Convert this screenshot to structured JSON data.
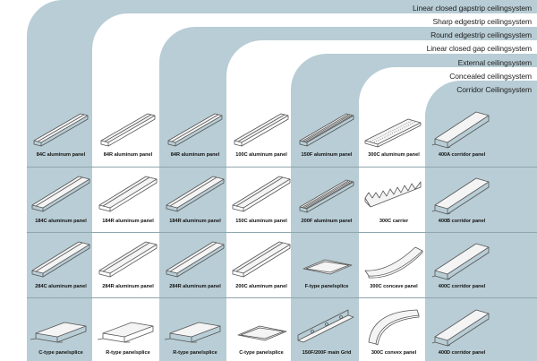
{
  "systems": [
    {
      "name": "Linear closed gapstrip ceilingsystem",
      "color": "#b8cdd5"
    },
    {
      "name": "Sharp edgestrip ceilingsystem",
      "color": "#ffffff"
    },
    {
      "name": "Round edgestrip ceilingsystem",
      "color": "#b8cdd5"
    },
    {
      "name": "Linear closed gap ceilingsystem",
      "color": "#ffffff"
    },
    {
      "name": "External ceilingsystem",
      "color": "#b8cdd5"
    },
    {
      "name": "Concealed ceilingsystem",
      "color": "#ffffff"
    },
    {
      "name": "Corridor Ceilingsystem",
      "color": "#b8cdd5"
    }
  ],
  "rows": [
    [
      {
        "label": "84C aluminum panel",
        "icon": "channel-panel-icon"
      },
      {
        "label": "84R aluminum panel",
        "icon": "channel-panel-icon"
      },
      {
        "label": "84R aluminum panel",
        "icon": "channel-panel-icon"
      },
      {
        "label": "100C aluminum panel",
        "icon": "channel-panel-icon"
      },
      {
        "label": "150F aluminum panel",
        "icon": "ribbed-panel-icon"
      },
      {
        "label": "300C aluminum panel",
        "icon": "perforated-panel-icon"
      },
      {
        "label": "400A corridor panel",
        "icon": "corridor-panel-icon"
      }
    ],
    [
      {
        "label": "184C aluminum panel",
        "icon": "wide-panel-icon"
      },
      {
        "label": "184R aluminum panel",
        "icon": "wide-panel-icon"
      },
      {
        "label": "184R aluminum panel",
        "icon": "wide-panel-icon"
      },
      {
        "label": "150C aluminum panel",
        "icon": "wide-panel-icon"
      },
      {
        "label": "200F aluminum panel",
        "icon": "ribbed-panel-icon"
      },
      {
        "label": "300C carrier",
        "icon": "carrier-icon"
      },
      {
        "label": "400B corridor panel",
        "icon": "corridor-panel-icon"
      }
    ],
    [
      {
        "label": "284C aluminum panel",
        "icon": "wide-panel-icon"
      },
      {
        "label": "284R aluminum panel",
        "icon": "wide-panel-icon"
      },
      {
        "label": "284R aluminum panel",
        "icon": "wide-panel-icon"
      },
      {
        "label": "200C aluminum panel",
        "icon": "wide-panel-icon"
      },
      {
        "label": "F-type panelsplice",
        "icon": "flat-splice-icon"
      },
      {
        "label": "300C concave panel",
        "icon": "concave-panel-icon"
      },
      {
        "label": "400C corridor panel",
        "icon": "corridor-panel-icon"
      }
    ],
    [
      {
        "label": "C-type panelsplice",
        "icon": "splice-icon"
      },
      {
        "label": "R-type panelsplice",
        "icon": "splice-icon"
      },
      {
        "label": "R-type panelsplice",
        "icon": "splice-icon"
      },
      {
        "label": "C-type panelsplice",
        "icon": "flat-splice-icon"
      },
      {
        "label": "150F/200F main Grid",
        "icon": "main-grid-icon"
      },
      {
        "label": "300C convex panel",
        "icon": "convex-panel-icon"
      },
      {
        "label": "400D corridor panel",
        "icon": "corridor-panel-icon"
      }
    ]
  ]
}
